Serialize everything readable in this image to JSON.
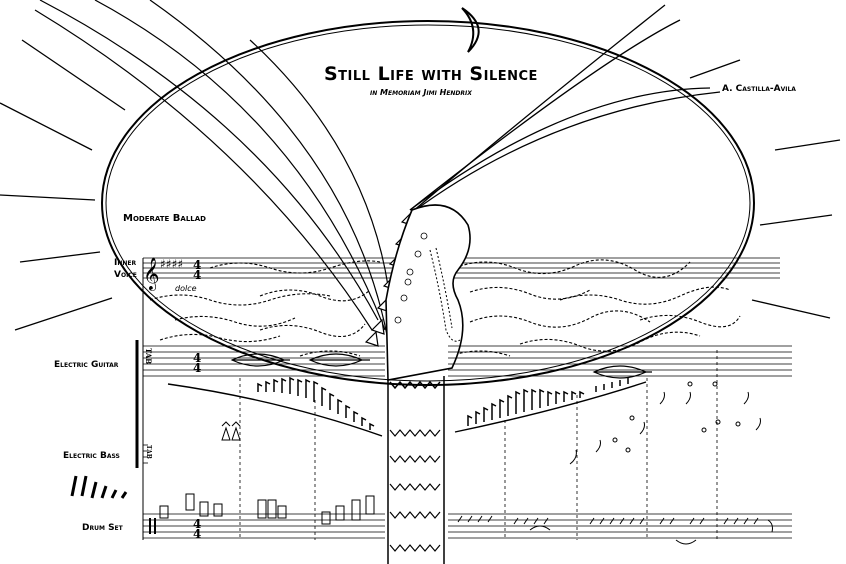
{
  "score": {
    "title": "Still Life with Silence",
    "subtitle": "in Memoriam Jimi Hendrix",
    "composer": "A. Castilla-Avila",
    "tempo": "Moderate Ballad",
    "expression": "dolce",
    "instruments": {
      "inner_voice_line1": "Inner",
      "inner_voice_line2": "Voice",
      "electric_guitar": "Electric Guitar",
      "electric_bass": "Electric Bass",
      "drum_set": "Drum Set"
    },
    "time_signature": {
      "top": "4",
      "bottom": "4"
    },
    "tab_label": "TAB"
  }
}
